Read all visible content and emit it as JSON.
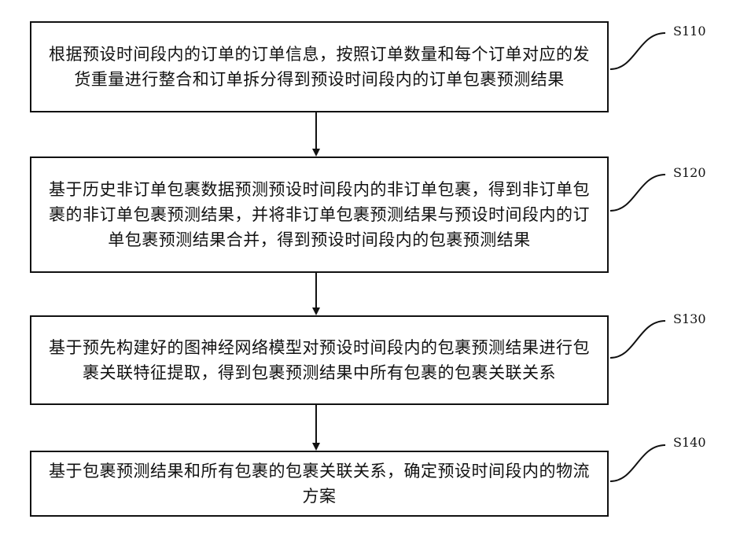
{
  "steps": [
    {
      "label": "S110",
      "text": "根据预设时间段内的订单的订单信息，按照订单数量和每个订单对应的发货重量进行整合和订单拆分得到预设时间段内的订单包裹预测结果"
    },
    {
      "label": "S120",
      "text": "基于历史非订单包裹数据预测预设时间段内的非订单包裹，得到非订单包裹的非订单包裹预测结果，并将非订单包裹预测结果与预设时间段内的订单包裹预测结果合并，得到预设时间段内的包裹预测结果"
    },
    {
      "label": "S130",
      "text": "基于预先构建好的图神经网络模型对预设时间段内的包裹预测结果进行包裹关联特征提取，得到包裹预测结果中所有包裹的包裹关联关系"
    },
    {
      "label": "S140",
      "text": "基于包裹预测结果和所有包裹的包裹关联关系，确定预设时间段内的物流方案"
    }
  ]
}
